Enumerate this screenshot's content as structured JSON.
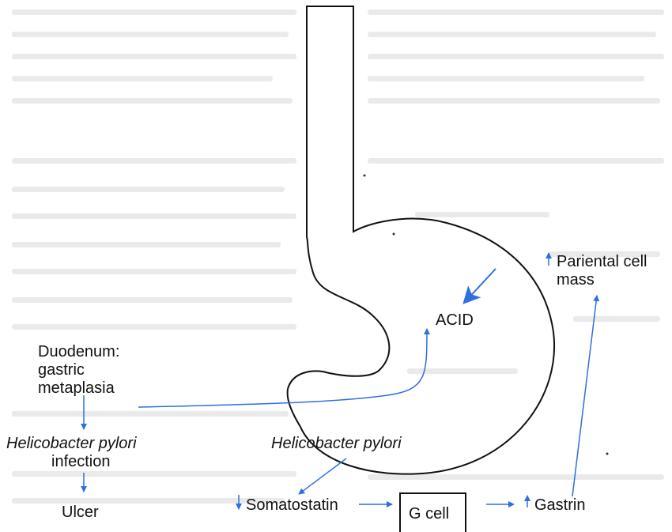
{
  "diagram": {
    "labels": {
      "acid": "ACID",
      "parietal_cell_mass_line1": "Pariental cell",
      "parietal_cell_mass_line2": "mass",
      "duodenum_line1": "Duodenum:",
      "duodenum_line2": "gastric",
      "duodenum_line3": "metaplasia",
      "hp_infection_line1": "Helicobacter pylori",
      "hp_infection_line2": "infection",
      "ulcer": "Ulcer",
      "hp_stomach": "Helicobacter pylori",
      "somatostatin": "Somatostatin",
      "g_cell": "G cell",
      "gastrin": "Gastrin"
    },
    "colors": {
      "arrow": "#2f6fe0",
      "outline": "#111111",
      "background_text": "#d9d9d9"
    }
  }
}
